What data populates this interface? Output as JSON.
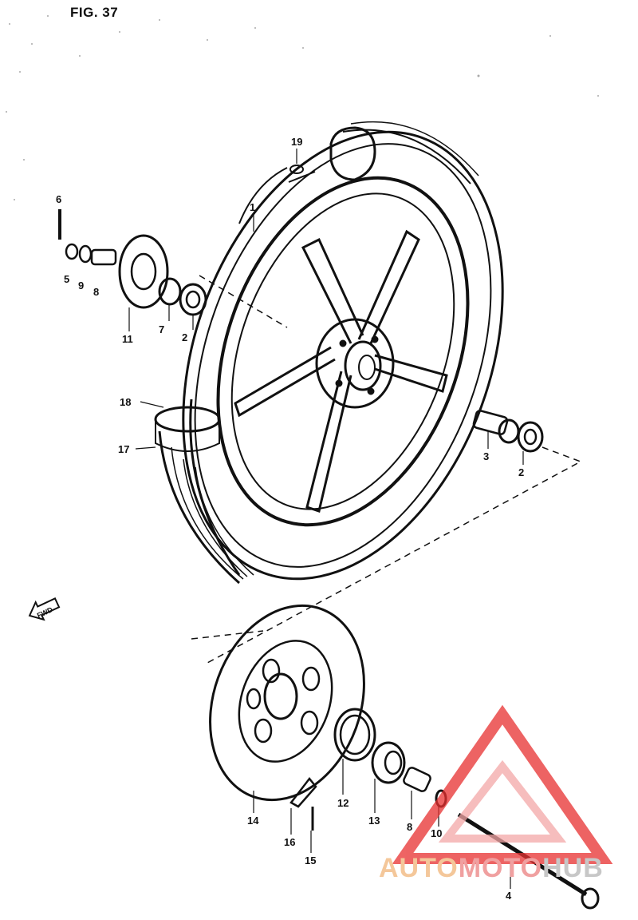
{
  "figure_title": "FIG. 37",
  "part_labels": {
    "p1": "1",
    "p2a": "2",
    "p2b": "2",
    "p3": "3",
    "p4": "4",
    "p5": "5",
    "p6": "6",
    "p7": "7",
    "p8a": "8",
    "p8b": "8",
    "p9": "9",
    "p10": "10",
    "p11": "11",
    "p12": "12",
    "p13": "13",
    "p14": "14",
    "p15": "15",
    "p16": "16",
    "p17": "17",
    "p18": "18",
    "p19": "19"
  },
  "direction_arrow": "FWD",
  "watermark": {
    "part1": "AUTO",
    "part2": "MOTO",
    "part3": "HUB",
    "logo_colors": [
      "#e83030",
      "#f4a7a7"
    ]
  },
  "icons": [
    "front-direction-arrow-icon",
    "automotohub-logo-icon"
  ]
}
